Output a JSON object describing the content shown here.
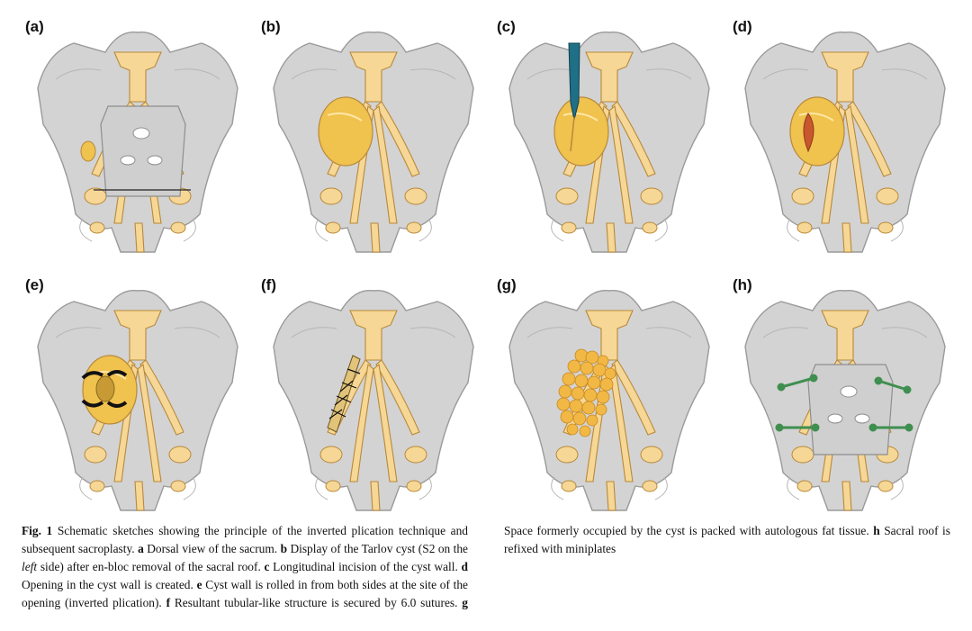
{
  "panels": [
    {
      "label": "(a)"
    },
    {
      "label": "(b)"
    },
    {
      "label": "(c)"
    },
    {
      "label": "(d)"
    },
    {
      "label": "(e)"
    },
    {
      "label": "(f)"
    },
    {
      "label": "(g)"
    },
    {
      "label": "(h)"
    }
  ],
  "caption": {
    "fig_label": "Fig. 1",
    "p1": " Schematic sketches showing the principle of the inverted plication technique and subsequent sacroplasty. ",
    "a_key": "a",
    "a_text": " Dorsal view of the sacrum. ",
    "b_key": "b",
    "b_text1": " Display of the Tarlov cyst (S2 on the ",
    "b_italic": "left",
    "b_text2": " side) after en-bloc removal of the sacral roof. ",
    "c_key": "c",
    "c_text": " Longitudinal incision of the cyst wall. ",
    "d_key": "d",
    "d_text": " Opening in the cyst wall is created. ",
    "e_key": "e",
    "e_text": " Cyst wall is rolled in from both sides at the site of the opening (inverted plication). ",
    "f_key": "f",
    "f_text": " Resultant tubular-like structure is secured by 6.0 sutures. ",
    "g_key": "g",
    "g_text": " Space formerly occupied by the cyst is packed with autologous fat tissue. ",
    "h_key": "h",
    "h_text": " Sacral roof is refixed with miniplates"
  },
  "colors": {
    "bone": "#d3d3d3",
    "bone_stroke": "#9a9a9a",
    "nerve": "#f6d796",
    "nerve_stroke": "#b8893a",
    "cyst": "#f0c24e",
    "blade": "#1f6f86",
    "plate": "#3f8f4f",
    "fat": "#f2b845"
  }
}
